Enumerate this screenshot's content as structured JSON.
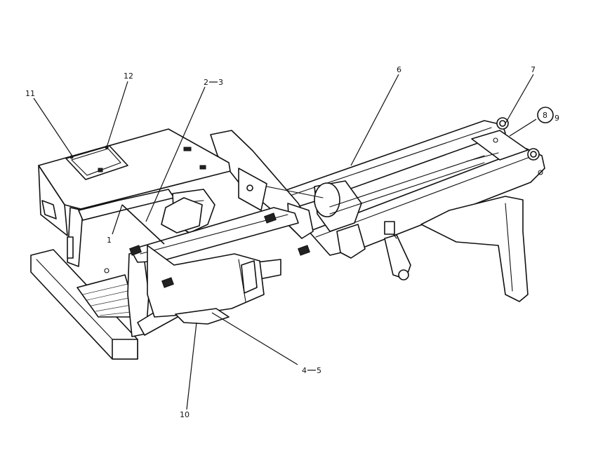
{
  "callouts": [
    {
      "id": "c1",
      "text": "1"
    },
    {
      "id": "c2",
      "text": "2"
    },
    {
      "id": "c3",
      "text": "3"
    },
    {
      "id": "c4",
      "text": "4"
    },
    {
      "id": "c5",
      "text": "5"
    },
    {
      "id": "c6",
      "text": "6"
    },
    {
      "id": "c7",
      "text": "7"
    },
    {
      "id": "c8",
      "text": "8"
    },
    {
      "id": "c9",
      "text": "9"
    },
    {
      "id": "c10",
      "text": "10"
    },
    {
      "id": "c11",
      "text": "11"
    },
    {
      "id": "c12",
      "text": "12"
    }
  ],
  "colors": {
    "line": "#111111",
    "background": "#ffffff"
  }
}
